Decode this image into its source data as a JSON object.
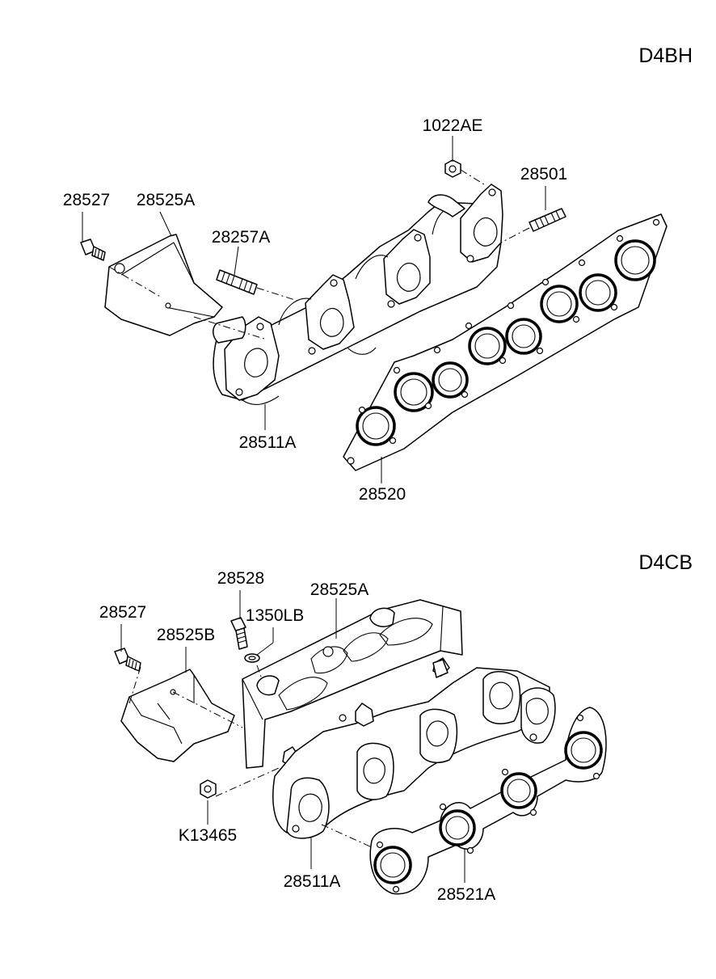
{
  "sections": {
    "top": {
      "engine_code": "D4BH",
      "labels": {
        "nut_1022ae": "1022AE",
        "stud_28501": "28501",
        "bolt_28527": "28527",
        "heat_protector_28525a": "28525A",
        "stud_28257a": "28257A",
        "manifold_28511a": "28511A",
        "gasket_28520": "28520"
      }
    },
    "bottom": {
      "engine_code": "D4CB",
      "labels": {
        "bolt_28528": "28528",
        "heat_protector_28525a": "28525A",
        "washer_1350lb": "1350LB",
        "bolt_28527": "28527",
        "heat_protector_28525b": "28525B",
        "nut_k13465": "K13465",
        "manifold_28511a": "28511A",
        "gasket_28521a": "28521A"
      }
    }
  },
  "colors": {
    "line": "#000000",
    "background": "#ffffff"
  }
}
